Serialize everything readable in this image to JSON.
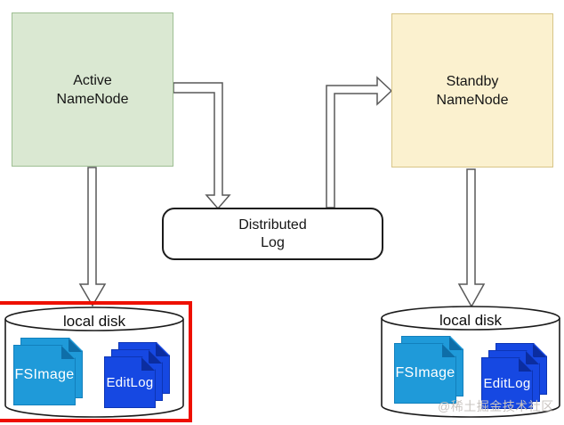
{
  "nodes": {
    "active_namenode": {
      "label": "Active\nNameNode"
    },
    "standby_namenode": {
      "label": "Standby\nNameNode"
    },
    "distributed_log": {
      "label": "Distributed\nLog"
    },
    "left_disk": {
      "label": "local disk",
      "fsimage_label": "FSImage",
      "editlog_label": "EditLog"
    },
    "right_disk": {
      "label": "local disk",
      "fsimage_label": "FSImage",
      "editlog_label": "EditLog"
    }
  },
  "watermark": "@稀土掘金技术社区",
  "colors": {
    "active_fill": "#dae8d2",
    "active_border": "#9ebf93",
    "standby_fill": "#fbf1cf",
    "standby_border": "#d8c587",
    "fsimage_blue": "#1f9ad9",
    "editlog_blue": "#1648e2",
    "highlight_red": "#ee1000",
    "arrow_outline": "#595959",
    "watermark_gray": "#c9c4c0"
  }
}
